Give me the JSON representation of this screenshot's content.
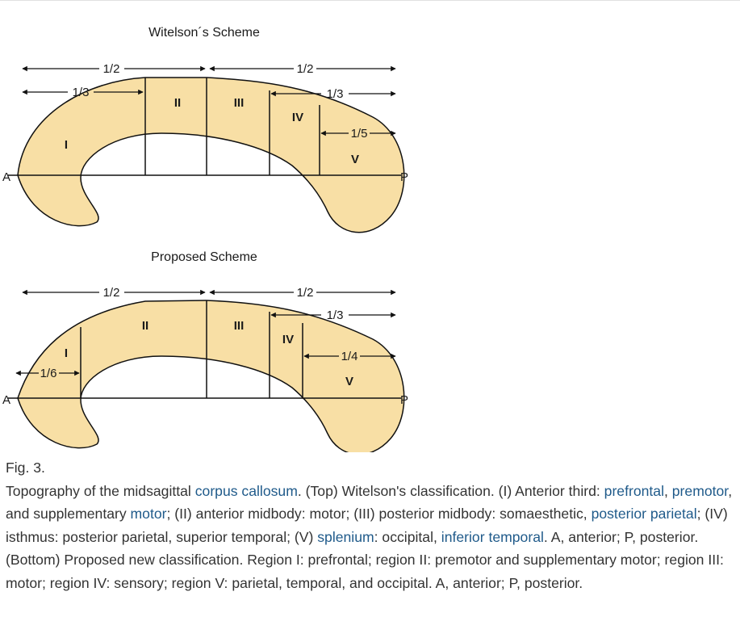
{
  "figure": {
    "top_title": "Witelson´s Scheme",
    "bottom_title": "Proposed Scheme",
    "anterior_label": "A",
    "posterior_label": "P",
    "top_regions": [
      "I",
      "II",
      "III",
      "IV",
      "V"
    ],
    "bottom_regions": [
      "I",
      "II",
      "III",
      "IV",
      "V"
    ],
    "top_fractions": [
      "1/2",
      "1/2",
      "1/3",
      "1/3",
      "1/5"
    ],
    "bottom_fractions": [
      "1/2",
      "1/2",
      "1/3",
      "1/6",
      "1/4"
    ],
    "fill_color": "#f8dfa5",
    "stroke_color": "#111111"
  },
  "caption": {
    "label": "Fig. 3.",
    "t1": "Topography of the midsagittal ",
    "l1": "corpus callosum",
    "t2": ". (Top) Witelson's classification. (I) Anterior third: ",
    "l2": "prefrontal",
    "t3": ", ",
    "l3": "premotor",
    "t4": ", and supplementary ",
    "l4": "motor",
    "t5": "; (II) anterior midbody: motor; (III) posterior midbody: somaesthetic, ",
    "l5": "posterior parietal",
    "t6": "; (IV) isthmus: posterior parietal, superior temporal; (V) ",
    "l6": "splenium",
    "t7": ": occipital, ",
    "l7": "inferior temporal",
    "t8": ". A, anterior; P, posterior. (Bottom) Proposed new classification. Region I: prefrontal; region II: premotor and supplementary motor; region III: motor; region IV: sensory; region V: parietal, temporal, and occipital. A, anterior; P, posterior."
  }
}
